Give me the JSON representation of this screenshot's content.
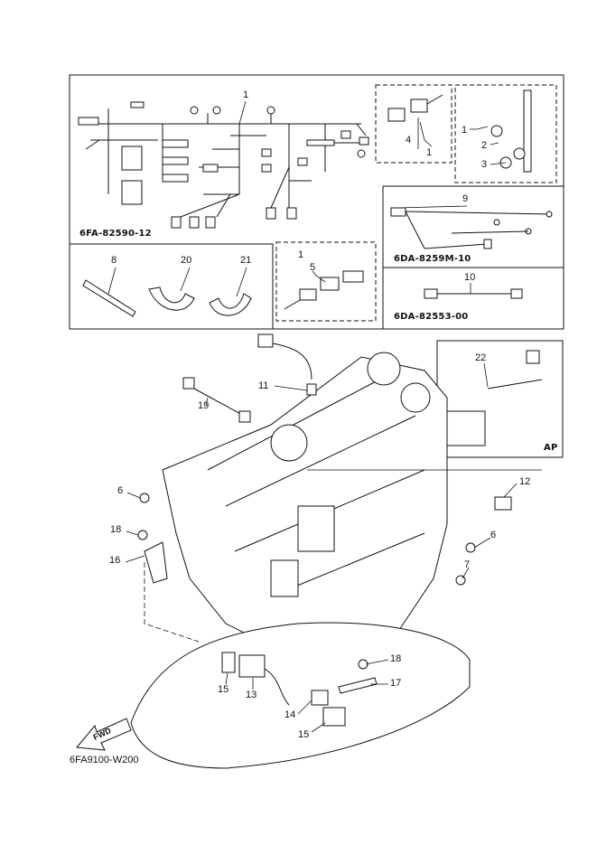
{
  "codes": {
    "harness_main": "6FA-82590-12",
    "harness_sub": "6DA-8259M-10",
    "lead_sub": "6DA-82553-00",
    "ap": "AP"
  },
  "callouts": {
    "c1_main": "1",
    "c1_box4": "1",
    "c4": "4",
    "c1_box123": "1",
    "c2": "2",
    "c3": "3",
    "c9": "9",
    "c8": "8",
    "c20": "20",
    "c21": "21",
    "c1_box5": "1",
    "c5": "5",
    "c10": "10",
    "c22": "22",
    "c11": "11",
    "c19": "19",
    "c12": "12",
    "c6_left": "6",
    "c6_right": "6",
    "c7": "7",
    "c18_left": "18",
    "c16": "16",
    "c18_bottom": "18",
    "c17": "17",
    "c15_left": "15",
    "c13": "13",
    "c14": "14",
    "c15_bottom": "15"
  },
  "fwd": "FWD",
  "footer": "6FA9100-W200"
}
